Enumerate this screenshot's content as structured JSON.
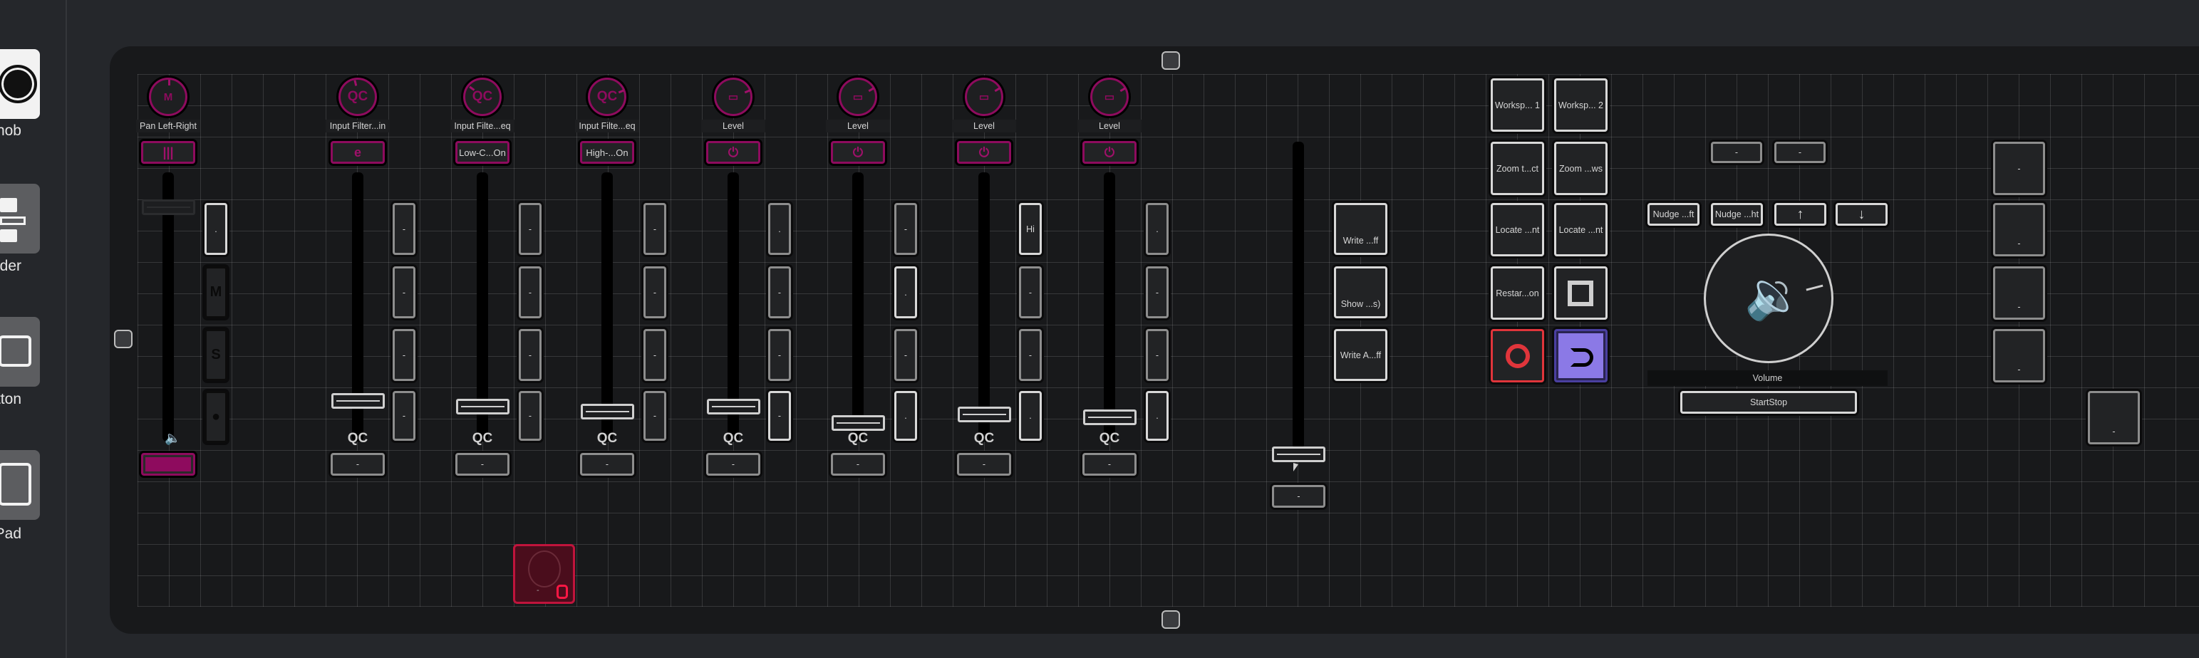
{
  "sidebar": {
    "items": [
      {
        "label": "nob",
        "icon": "knob-icon"
      },
      {
        "label": "ider",
        "icon": "slider-icon"
      },
      {
        "label": "tton",
        "icon": "button-icon"
      },
      {
        "label": "er Pad",
        "icon": "pad-icon"
      }
    ]
  },
  "channels": [
    {
      "knob_label": "Pan Left-Right",
      "knob_icon": "M",
      "knob_value": 0.5,
      "button_label": "|||",
      "fader_value": 0.87,
      "fader_active": false,
      "side_buttons": [
        ".",
        "M",
        "S",
        "●"
      ],
      "bottom_label": "",
      "bottom_button": "",
      "bottom_active": true
    },
    {
      "knob_label": "Input Filter...in",
      "knob_icon": "QC",
      "knob_value": 0.45,
      "button_label": "e",
      "fader_value": 0.15,
      "fader_active": true,
      "side_buttons": [
        "-",
        "-",
        "-",
        "-"
      ],
      "bottom_label": "QC",
      "bottom_button": "-"
    },
    {
      "knob_label": "Input Filte...eq",
      "knob_icon": "QC",
      "knob_value": 0.3,
      "button_label": "Low-C...On",
      "fader_value": 0.13,
      "fader_active": true,
      "side_buttons": [
        "-",
        "-",
        "-",
        "-"
      ],
      "bottom_label": "QC",
      "bottom_button": "-"
    },
    {
      "knob_label": "Input Filte...eq",
      "knob_icon": "QC",
      "knob_value": 0.75,
      "button_label": "High-...On",
      "fader_value": 0.11,
      "fader_active": true,
      "side_buttons": [
        "-",
        "-",
        "-",
        "-"
      ],
      "bottom_label": "QC",
      "bottom_button": "-"
    },
    {
      "knob_label": "Level",
      "knob_icon": "▭",
      "knob_value": 0.75,
      "button_label": "⏻",
      "fader_value": 0.13,
      "fader_active": true,
      "side_buttons": [
        ".",
        "-",
        "-",
        "-"
      ],
      "bottom_label": "QC",
      "bottom_button": "-"
    },
    {
      "knob_label": "Level",
      "knob_icon": "▭",
      "knob_value": 0.72,
      "button_label": "⏻",
      "fader_value": 0.07,
      "fader_active": true,
      "side_buttons": [
        "-",
        ".",
        "-",
        "."
      ],
      "bottom_label": "QC",
      "bottom_button": "-"
    },
    {
      "knob_label": "Level",
      "knob_icon": "▭",
      "knob_value": 0.72,
      "button_label": "⏻",
      "fader_value": 0.1,
      "fader_active": true,
      "side_buttons": [
        "Hi",
        "-",
        "-",
        "."
      ],
      "bottom_label": "QC",
      "bottom_button": "-"
    },
    {
      "knob_label": "Level",
      "knob_icon": "▭",
      "knob_value": 0.72,
      "button_label": "⏻",
      "fader_value": 0.09,
      "fader_active": true,
      "side_buttons": [
        ".",
        "-",
        "-",
        "."
      ],
      "bottom_label": "QC",
      "bottom_button": "-"
    }
  ],
  "pad": {
    "label": "-",
    "value": 0.1
  },
  "master": {
    "fader_value": 0.0,
    "button": "-"
  },
  "automation_buttons": [
    "Write ...ff",
    "Show ...s)",
    "Write A...ff"
  ],
  "transport_grid": [
    [
      "Worksp... 1",
      "Worksp... 2"
    ],
    [
      "Zoom t...ct",
      "Zoom ...ws"
    ],
    [
      "Locate ...nt",
      "Locate ...nt"
    ],
    [
      "Restar...on",
      "stop-icon"
    ],
    [
      "record-icon",
      "cycle-icon"
    ]
  ],
  "top_small_buttons": [
    "-",
    "-"
  ],
  "nudge_row": [
    "Nudge ...ft",
    "Nudge ...ht",
    "↑",
    "↓"
  ],
  "volume": {
    "label": "Volume",
    "value": 0.78
  },
  "startstop": "StartStop",
  "right_buttons": [
    "-",
    "-",
    "-",
    "-"
  ],
  "corner_button": "-",
  "colors": {
    "accent": "#8e0b5e",
    "record": "#e0353b",
    "cycle": "#8b79e6"
  }
}
